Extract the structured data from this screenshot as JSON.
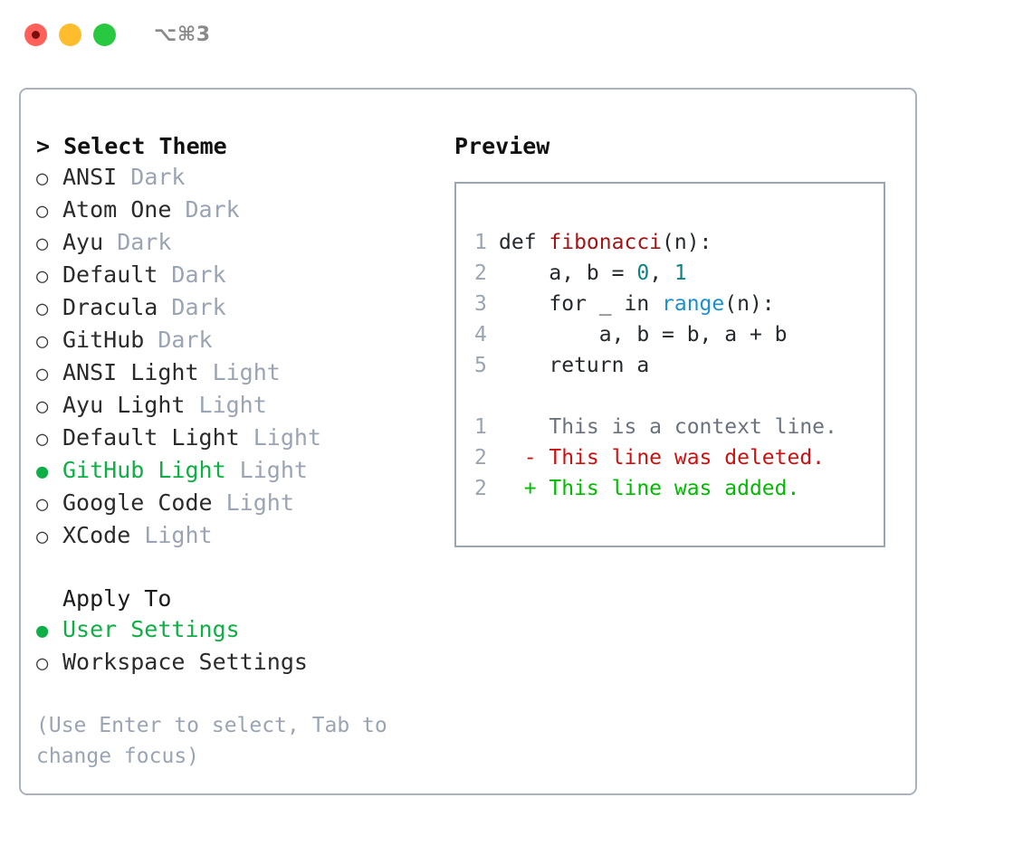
{
  "titlebar": {
    "shortcut": "⌥⌘3",
    "dots": [
      {
        "name": "close",
        "color": "#ff6059"
      },
      {
        "name": "minimize",
        "color": "#ffbd2e"
      },
      {
        "name": "maximize",
        "color": "#28c840"
      }
    ]
  },
  "theme_picker": {
    "header": "> Select Theme",
    "items": [
      {
        "bullet": "○",
        "label": "ANSI",
        "suffix": " Dark",
        "selected": false
      },
      {
        "bullet": "○",
        "label": "Atom One",
        "suffix": " Dark",
        "selected": false
      },
      {
        "bullet": "○",
        "label": "Ayu",
        "suffix": " Dark",
        "selected": false
      },
      {
        "bullet": "○",
        "label": "Default",
        "suffix": " Dark",
        "selected": false
      },
      {
        "bullet": "○",
        "label": "Dracula",
        "suffix": " Dark",
        "selected": false
      },
      {
        "bullet": "○",
        "label": "GitHub",
        "suffix": " Dark",
        "selected": false
      },
      {
        "bullet": "○",
        "label": "ANSI Light",
        "suffix": " Light",
        "selected": false
      },
      {
        "bullet": "○",
        "label": "Ayu Light",
        "suffix": " Light",
        "selected": false
      },
      {
        "bullet": "○",
        "label": "Default Light",
        "suffix": " Light",
        "selected": false
      },
      {
        "bullet": "●",
        "label": "GitHub Light",
        "suffix": " Light",
        "selected": true
      },
      {
        "bullet": "○",
        "label": "Google Code",
        "suffix": " Light",
        "selected": false
      },
      {
        "bullet": "○",
        "label": "XCode",
        "suffix": " Light",
        "selected": false
      }
    ]
  },
  "apply_to": {
    "header": "Apply To",
    "items": [
      {
        "bullet": "●",
        "label": "User Settings",
        "suffix": "",
        "selected": true
      },
      {
        "bullet": "○",
        "label": "Workspace Settings",
        "suffix": "",
        "selected": false
      }
    ]
  },
  "hint": "(Use Enter to select, Tab to change focus)",
  "preview": {
    "header": "Preview",
    "code_lines": [
      {
        "num": "1",
        "parts": [
          {
            "t": "def ",
            "c": "code-txt"
          },
          {
            "t": "fibonacci",
            "c": "tok-fn"
          },
          {
            "t": "(n):",
            "c": "code-txt"
          }
        ]
      },
      {
        "num": "2",
        "parts": [
          {
            "t": "    a, b = ",
            "c": "code-txt"
          },
          {
            "t": "0",
            "c": "tok-num"
          },
          {
            "t": ", ",
            "c": "code-txt"
          },
          {
            "t": "1",
            "c": "tok-num"
          }
        ]
      },
      {
        "num": "3",
        "parts": [
          {
            "t": "    for _ in ",
            "c": "code-txt"
          },
          {
            "t": "range",
            "c": "tok-call"
          },
          {
            "t": "(n):",
            "c": "code-txt"
          }
        ]
      },
      {
        "num": "4",
        "parts": [
          {
            "t": "        a, b = b, a + b",
            "c": "code-txt"
          }
        ]
      },
      {
        "num": "5",
        "parts": [
          {
            "t": "    return a",
            "c": "code-txt"
          }
        ]
      }
    ],
    "diff_lines": [
      {
        "num": "1",
        "marker": "  ",
        "text": "This is a context line.",
        "kind": "diff-ctx"
      },
      {
        "num": "2",
        "marker": "- ",
        "text": "This line was deleted.",
        "kind": "diff-del"
      },
      {
        "num": "2",
        "marker": "+ ",
        "text": "This line was added.",
        "kind": "diff-add"
      }
    ]
  }
}
